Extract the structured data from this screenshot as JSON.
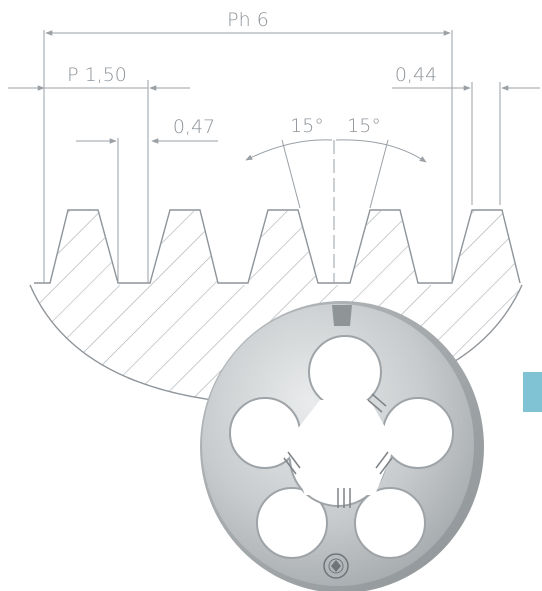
{
  "labels": {
    "lead": "Ph 6",
    "pitch": "P 1,50",
    "crest_width": "0,47",
    "root_width": "0,44",
    "flank_angle_left": "15°",
    "flank_angle_right": "15°"
  },
  "colors": {
    "dimension_line": "#9aa0a5",
    "profile_line": "#8e9499",
    "hatch": "#a9aeb2",
    "die_steel": "#c9ccce",
    "die_edge": "#9ea3a7",
    "accent": "#7fc3d4"
  },
  "icons": {
    "manufacturer_logo": "logo-emblem-icon",
    "die": "round-threading-die-icon"
  }
}
